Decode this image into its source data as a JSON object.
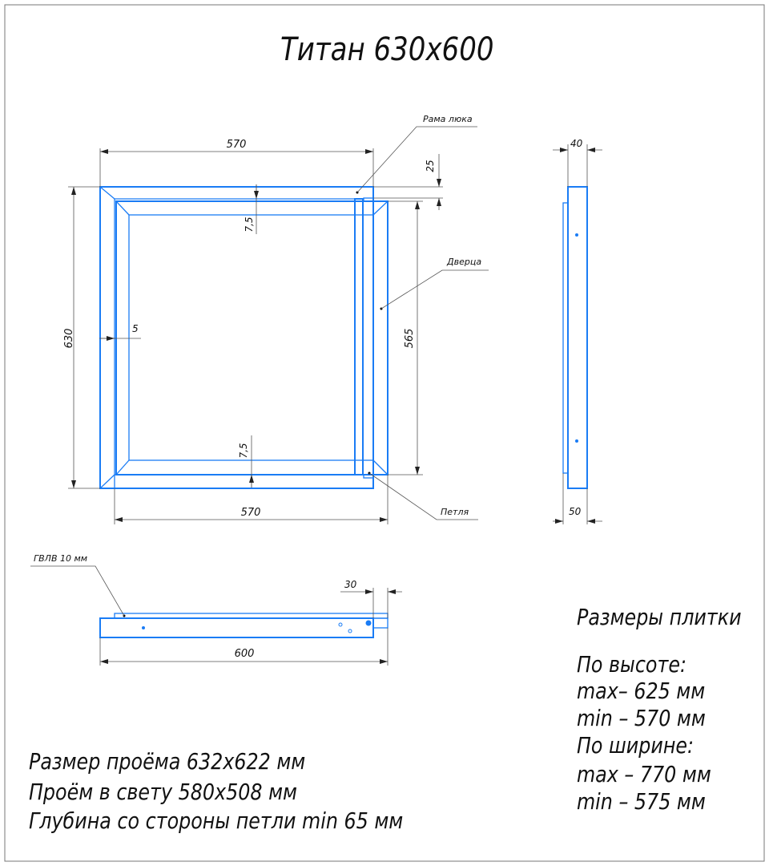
{
  "title": "Титан 630x600",
  "labels": {
    "frame": "Рама люка",
    "door": "Дверца",
    "hinge": "Петля",
    "gvlv": "ГВЛВ 10 мм"
  },
  "dimensions": {
    "top_width": "570",
    "bottom_width": "570",
    "height": "630",
    "door_height": "565",
    "offset_25": "25",
    "gap_top": "7,5",
    "gap_bottom": "7,5",
    "gap_left": "5",
    "side_depth_top": "40",
    "side_depth_bottom": "50",
    "bottom_length": "600",
    "bottom_offset": "30"
  },
  "notes_left": [
    "Размер проёма 632x622 мм",
    "Проём в свету 580x508 мм",
    "Глубина со стороны петли min 65 мм"
  ],
  "tile_sizes": {
    "heading": "Размеры плитки",
    "lines": [
      "По высоте:",
      "max– 625 мм",
      "min – 570 мм",
      "По ширине:",
      "max – 770 мм",
      "min – 575 мм"
    ]
  }
}
